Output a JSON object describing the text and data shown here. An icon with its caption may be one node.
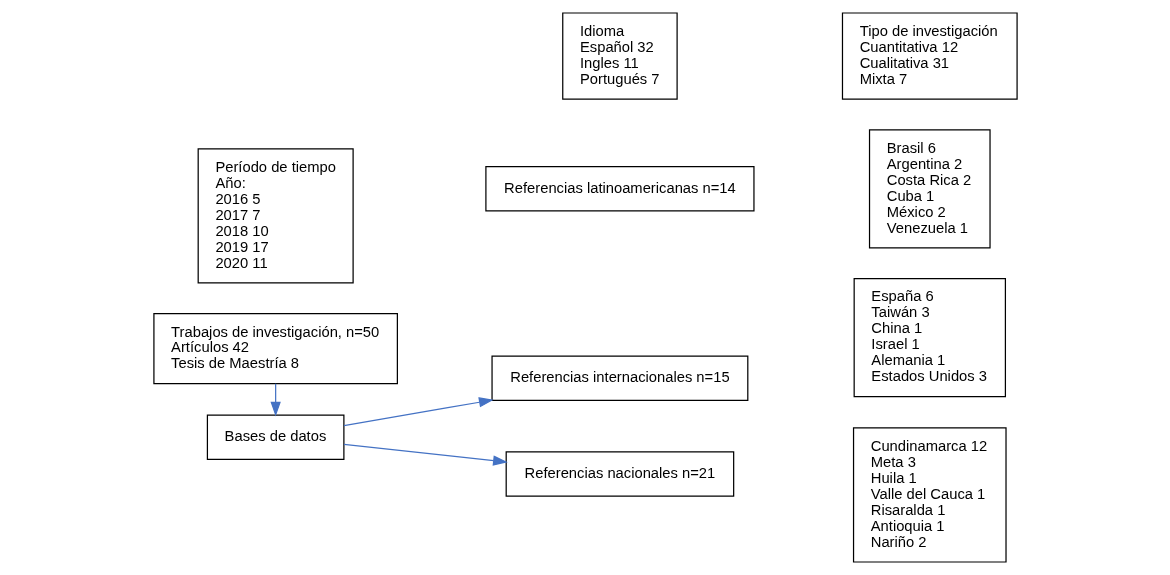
{
  "diagram": {
    "nodes": [
      {
        "text": [
          "Trabajos de investigación, n=50",
          "Artículos 42",
          "Tesis de Maestría 8"
        ]
      },
      {
        "text": [
          "Bases de datos"
        ]
      },
      {
        "text": [
          "Período de tiempo",
          "Año:",
          "2016 5",
          "2017 7",
          "2018 10",
          "2019 17",
          "2020 11"
        ]
      },
      {
        "text": [
          "Referencias internacionales n=15"
        ]
      },
      {
        "text": [
          "Referencias latinoamericanas n=14"
        ]
      },
      {
        "text": [
          "Referencias nacionales n=21"
        ]
      },
      {
        "text": [
          "Idioma",
          "Español 32",
          "Ingles 11",
          "Portugués 7"
        ]
      },
      {
        "text": [
          "España 6",
          "Taiwán 3",
          "China 1",
          "Israel 1",
          "Alemania 1",
          "Estados Unidos 3"
        ]
      },
      {
        "text": [
          "Brasil 6",
          "Argentina 2",
          "Costa Rica 2",
          "Cuba 1",
          "México 2",
          "Venezuela 1"
        ]
      },
      {
        "text": [
          "Cundinamarca 12",
          "Meta 3",
          "Huila 1",
          "Valle del Cauca 1",
          "Risaralda 1",
          "Antioquia 1",
          "Nariño 2"
        ]
      },
      {
        "text": [
          "Tipo de investigación",
          "Cuantitativa 12",
          "Cualitativa 31",
          "Mixta 7"
        ]
      }
    ],
    "edges": [
      {
        "from": 0,
        "to": 1,
        "arrow": "to"
      },
      {
        "from": 1,
        "to": 3,
        "arrow": "to"
      },
      {
        "from": 1,
        "to": 5,
        "arrow": "to"
      }
    ]
  }
}
